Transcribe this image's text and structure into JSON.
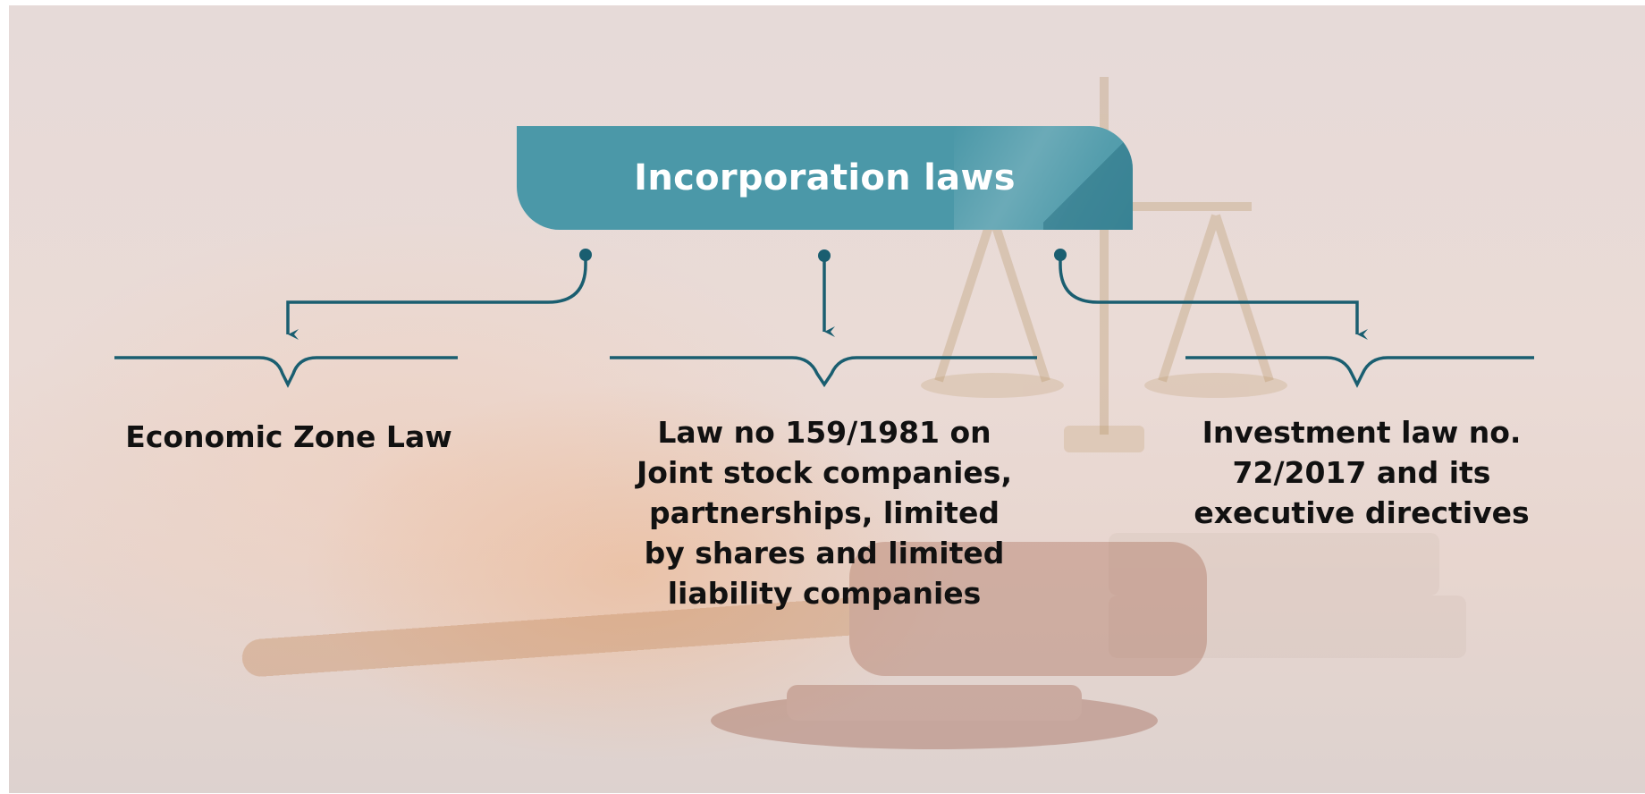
{
  "diagram": {
    "title": "Incorporation laws",
    "branches": [
      {
        "label": "Economic Zone Law"
      },
      {
        "label": "Law no 159/1981 on Joint stock companies, partnerships, limited by shares and limited liability companies"
      },
      {
        "label": "Investment law no. 72/2017 and its executive directives"
      }
    ],
    "colors": {
      "accent": "#4b98a8",
      "connector": "#1a5e70",
      "text": "#111111",
      "title_text": "#ffffff"
    },
    "background_image": "courtroom-gavel-and-scales"
  }
}
